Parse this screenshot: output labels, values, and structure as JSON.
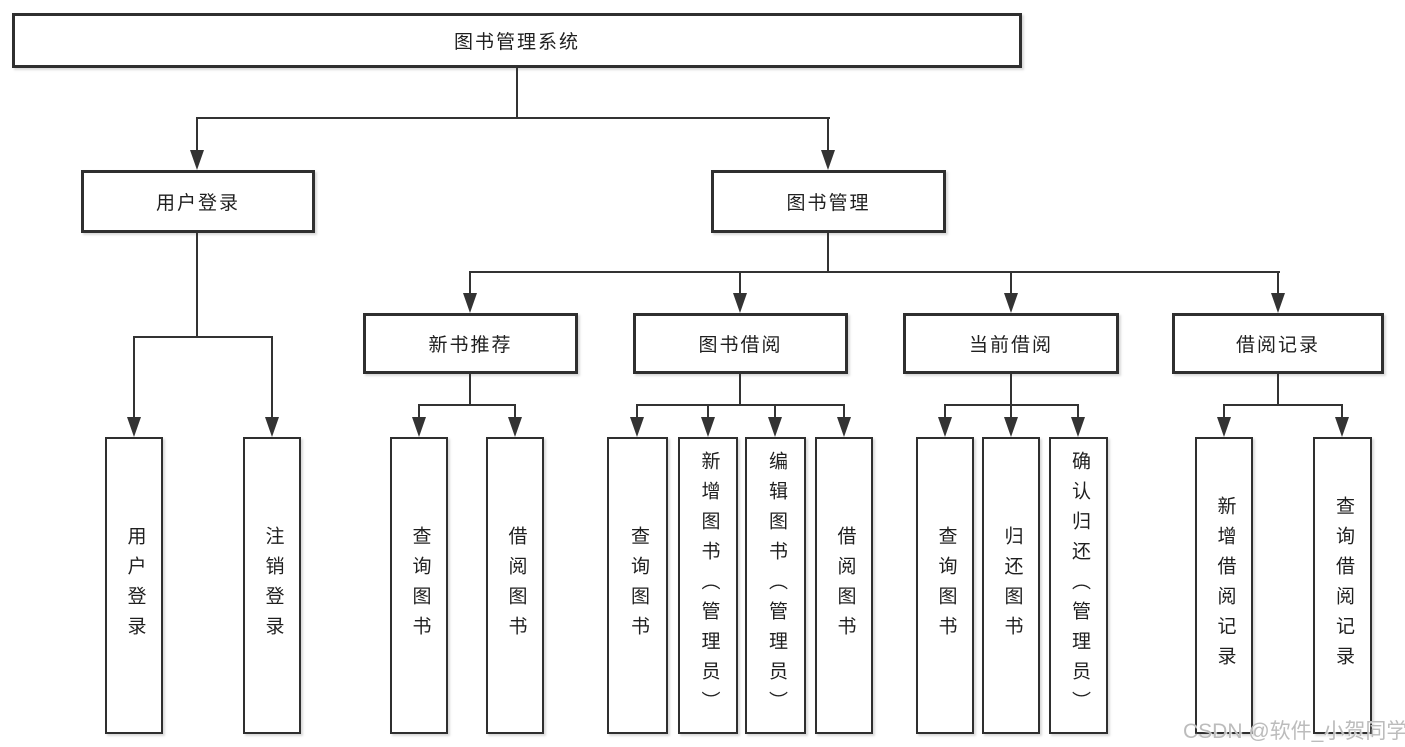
{
  "colors": {
    "background": "#ffffff",
    "box_border": "#2f2f2f",
    "connector_line": "#333333",
    "text": "#1f1f1f",
    "watermark_text": "#bcbcbc"
  },
  "diagram": {
    "root": {
      "label": "图书管理系统"
    },
    "branches": [
      {
        "label": "用户登录",
        "children": [
          {
            "label": "用户登录"
          },
          {
            "label": "注销登录"
          }
        ]
      },
      {
        "label": "图书管理",
        "children": [
          {
            "label": "新书推荐",
            "children": [
              {
                "label": "查询图书"
              },
              {
                "label": "借阅图书"
              }
            ]
          },
          {
            "label": "图书借阅",
            "children": [
              {
                "label": "查询图书"
              },
              {
                "label": "新增图书（管理员）"
              },
              {
                "label": "编辑图书（管理员）"
              },
              {
                "label": "借阅图书"
              }
            ]
          },
          {
            "label": "当前借阅",
            "children": [
              {
                "label": "查询图书"
              },
              {
                "label": "归还图书"
              },
              {
                "label": "确认归还（管理员）"
              }
            ]
          },
          {
            "label": "借阅记录",
            "children": [
              {
                "label": "新增借阅记录"
              },
              {
                "label": "查询借阅记录"
              }
            ]
          }
        ]
      }
    ]
  },
  "watermark": {
    "text": "CSDN @软件_小贺同学"
  }
}
